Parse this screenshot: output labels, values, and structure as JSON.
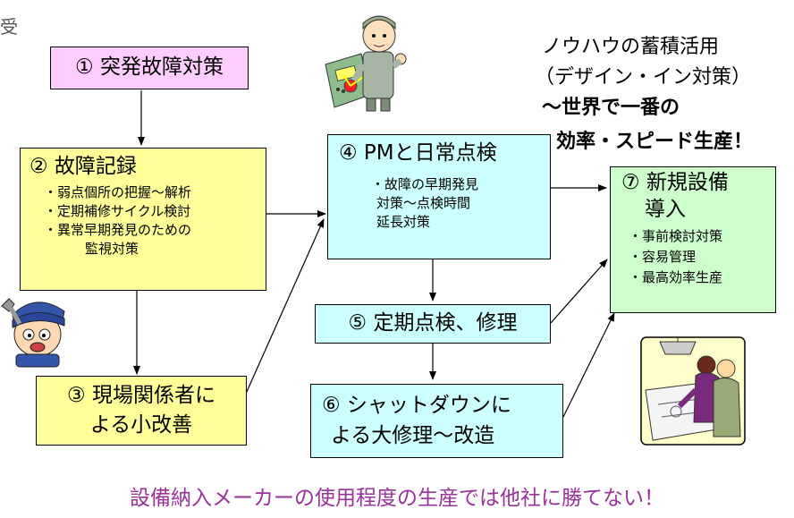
{
  "corner_char": "受",
  "box1": {
    "title": "① 突発故障対策"
  },
  "box2": {
    "title": "② 故障記録",
    "items": [
      "・弱点個所の把握～解析",
      "・定期補修サイクル検討",
      "・異常早期発見のための",
      "監視対策"
    ]
  },
  "box3": {
    "line1": "③ 現場関係者に",
    "line2": "よる小改善"
  },
  "box4": {
    "title": "④ PMと日常点検",
    "items": [
      "・故障の早期発見",
      "対策～点検時間",
      "延長対策"
    ]
  },
  "box5": {
    "title": "⑤ 定期点検、修理"
  },
  "box6": {
    "line1": "⑥ シャットダウンに",
    "line2": "よる大修理～改造"
  },
  "box7": {
    "line1": "⑦ 新規設備",
    "line2": "導入",
    "items": [
      "・事前検討対策",
      "・容易管理",
      "・最高効率生産"
    ]
  },
  "knowhow": {
    "line1": "ノウハウの蓄積活用",
    "line2": "（デザイン・イン対策）",
    "line3": "～世界で一番の",
    "line4": "効率・スピード生産！"
  },
  "footer": "設備納入メーカーの使用程度の生産では他社に勝てない！",
  "colors": {
    "pink": "#ffccff",
    "yellow": "#ffff99",
    "cyan": "#ccffff",
    "green": "#ccffcc",
    "footer_text": "#993399"
  },
  "icons": [
    "worker-pressing-button-icon",
    "mechanic-with-wrench-icon",
    "engineers-with-blueprint-icon"
  ]
}
